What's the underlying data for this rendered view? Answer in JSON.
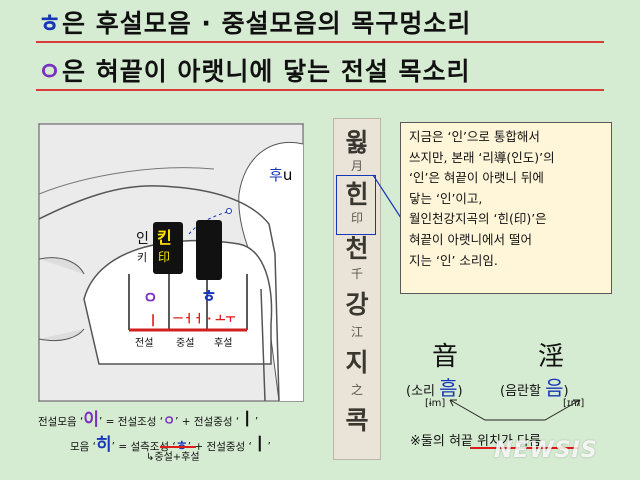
{
  "title": {
    "line1_glyph": "ㅎ",
    "line1_text": "은 후설모음 · 중설모음의 목구멍소리",
    "line2_glyph": "ㅇ",
    "line2_text": "은 혀끝이 아랫니에 닿는 전설 목소리"
  },
  "diagram": {
    "annotation_hu": "후",
    "annotation_u": "u",
    "in_label": "인",
    "in_keyed": "킨",
    "ri_label": "키",
    "ri_keyed": "印",
    "marker_front_top": "ㅇ",
    "marker_front_bottom": "ㅣ",
    "marker_back_top": "ㅎ",
    "marker_back_bottom": "ㅡㅓㅓ · ㅗㅜ",
    "col_front": "전설",
    "col_mid": "중설",
    "col_back": "후설"
  },
  "strip": {
    "chars": [
      "윓",
      "月",
      "힌",
      "印",
      "천",
      "千",
      "강",
      "江",
      "지",
      "之",
      "콕"
    ]
  },
  "note": {
    "lines": [
      "지금은 ‘인’으로 통합해서",
      "쓰지만, 본래 ‘리導(인도)’의",
      "‘인’은 혀끝이 아랫니 뒤에",
      "닿는 ‘인’이고,",
      "월인천강지곡의 ‘힌(印)’은",
      "혀끝이 아랫니에서 떨어",
      "지는 ‘인’ 소리임."
    ]
  },
  "hanja": {
    "left_char": "音",
    "right_char": "淫",
    "left_paren_open": "(소리",
    "left_hangul": "흠",
    "left_paren_close": ")",
    "right_paren_open": "(음란할",
    "right_hangul": "음",
    "right_paren_close": ")",
    "left_ipa": "[ɨm]",
    "right_ipa": "[ɪm]",
    "note": "※둘의 혀끝 위치가 다름"
  },
  "formulas": {
    "row1_pre": "전설모음 ‘",
    "row1_vowel": "이",
    "row1_mid": "’ = 전설조성 ‘",
    "row1_cons": "ㅇ",
    "row1_tail": "’ + 전설중성 ‘",
    "row1_end": "ㅣ",
    "row1_close": "’",
    "row2_pre": "모음 ‘",
    "row2_vowel": "히",
    "row2_mid": "’ = 설측조성 ‘",
    "row2_cons": "ㅎ",
    "row2_tail": "’ + 전설중성 ‘",
    "row2_end": "ㅣ",
    "row2_close": "’",
    "sub_note": "중설+후설"
  },
  "watermark": "NEWSIS",
  "colors": {
    "background": "#d6ecd2",
    "title_blue": "#1736b8",
    "title_purple": "#7d2fbf",
    "red": "#e01b1b",
    "note_bg": "#fff6da"
  }
}
